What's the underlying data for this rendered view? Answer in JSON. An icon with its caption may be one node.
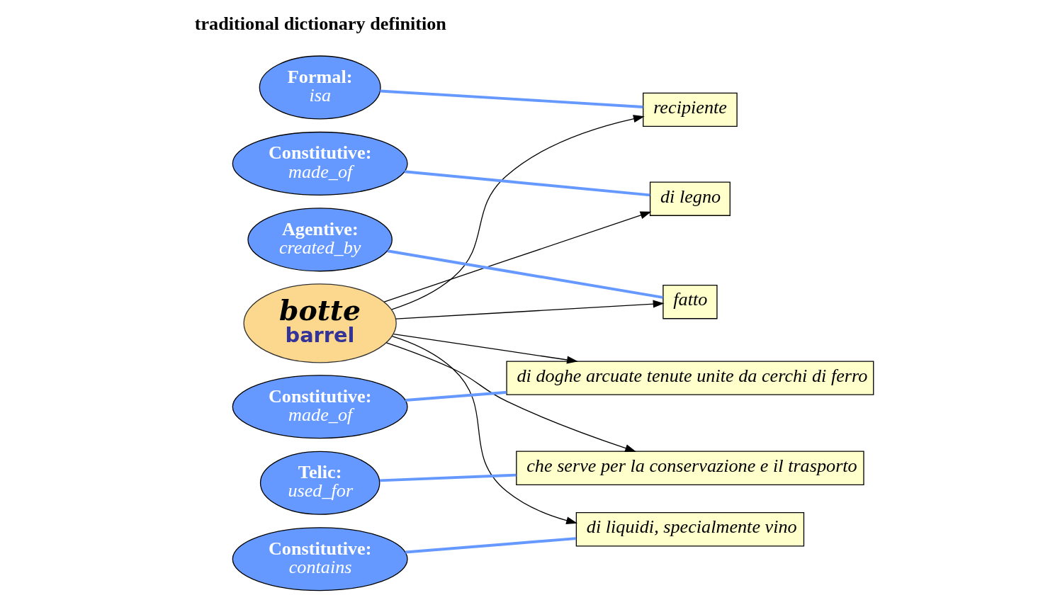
{
  "diagram": {
    "nodes": [
      {
        "text": [
          "botte",
          "barrel"
        ]
      },
      {
        "text": [
          "recipiente"
        ]
      },
      {
        "text": [
          "di legno"
        ]
      },
      {
        "text": [
          "fatto"
        ]
      },
      {
        "text": [
          "di doghe arcuate tenute unite da cerchi di ferro"
        ]
      },
      {
        "text": [
          "che serve per la conservazione e il trasporto"
        ]
      },
      {
        "text": [
          "di liquidi, specialmente vino"
        ]
      },
      {
        "text": [
          "Formal:",
          "isa"
        ]
      },
      {
        "text": [
          "Constitutive:",
          "made_of"
        ]
      },
      {
        "text": [
          "Agentive:",
          "created_by"
        ]
      },
      {
        "text": [
          "Constitutive:",
          "made_of"
        ]
      },
      {
        "text": [
          "Constitutive:",
          "contains"
        ]
      },
      {
        "text": [
          "Telic:",
          "used_for"
        ]
      }
    ],
    "edges": [
      {
        "from": 0,
        "to": 1,
        "arrow": "to"
      },
      {
        "from": 0,
        "to": 2,
        "arrow": "to"
      },
      {
        "from": 0,
        "to": 3,
        "arrow": "to"
      },
      {
        "from": 0,
        "to": 4,
        "arrow": "to"
      },
      {
        "from": 0,
        "to": 5,
        "arrow": "to"
      },
      {
        "from": 0,
        "to": 6,
        "arrow": "to"
      },
      {
        "from": 7,
        "to": 1,
        "arrow": "none",
        "style": "thick",
        "color": "#6699ff"
      },
      {
        "from": 8,
        "to": 2,
        "arrow": "none",
        "style": "thick",
        "color": "#6699ff"
      },
      {
        "from": 9,
        "to": 3,
        "arrow": "none",
        "style": "thick",
        "color": "#6699ff"
      },
      {
        "from": 10,
        "to": 4,
        "arrow": "none",
        "style": "thick",
        "color": "#6699ff"
      },
      {
        "from": 11,
        "to": 6,
        "arrow": "none",
        "style": "thick",
        "color": "#6699ff"
      },
      {
        "from": 12,
        "to": 5,
        "arrow": "none",
        "style": "thick",
        "color": "#6699ff"
      }
    ],
    "labels": [
      "traditional dictionary definition"
    ]
  }
}
